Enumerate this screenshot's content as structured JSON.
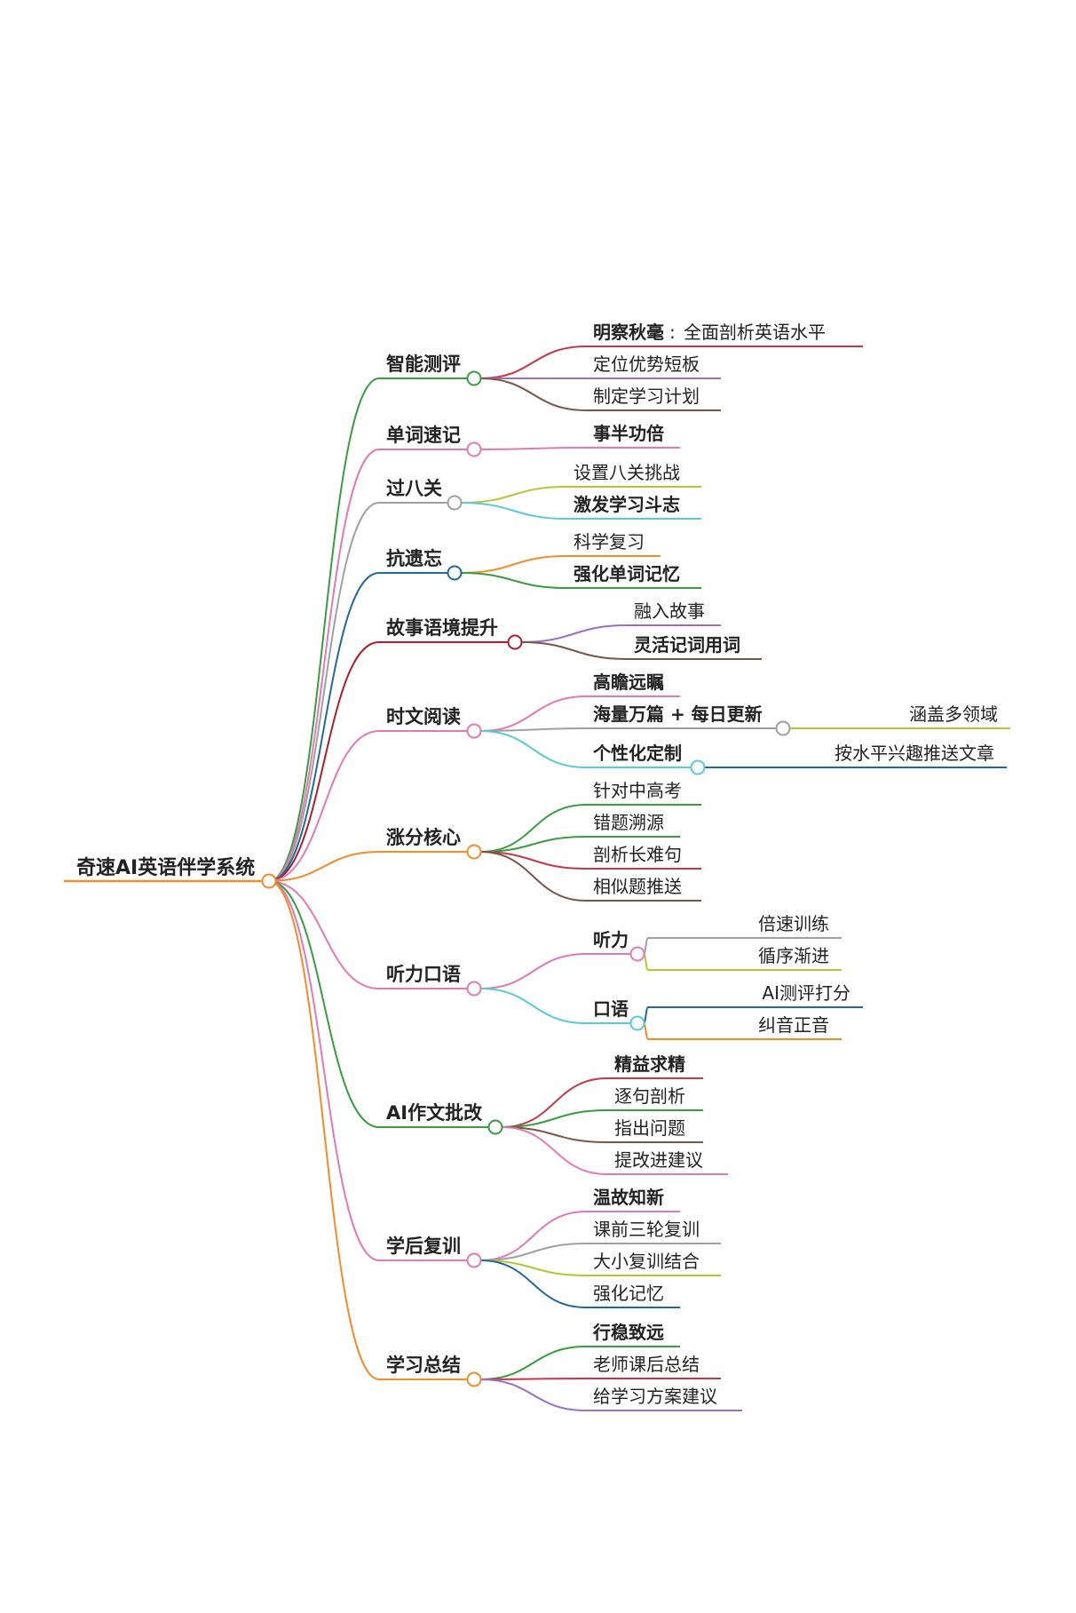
{
  "title": "奇速AI英语伴学系统",
  "root": {
    "text": "奇速AI英语伴学系统",
    "color": "#ef8c2b"
  },
  "branches": [
    {
      "id": "b1",
      "text": "智能测评",
      "color": "#3a9b43",
      "children": [
        {
          "text": "明察秋毫",
          "bold": true,
          "color": "#c23a4a",
          "suffix": "全面剖析英语水平"
        },
        {
          "text": "定位优势短板",
          "bold": false,
          "color": "#9a6fc3"
        },
        {
          "text": "制定学习计划",
          "bold": false,
          "color": "#7a5548"
        }
      ]
    },
    {
      "id": "b2",
      "text": "单词速记",
      "color": "#e07ab4",
      "children": [
        {
          "text": "事半功倍",
          "bold": true,
          "color": "#e07ab4"
        }
      ]
    },
    {
      "id": "b3",
      "text": "过八关",
      "color": "#a0a0a0",
      "children": [
        {
          "text": "设置八关挑战",
          "bold": false,
          "color": "#b5c533"
        },
        {
          "text": "激发学习斗志",
          "bold": true,
          "color": "#5cc8d8"
        }
      ]
    },
    {
      "id": "b4",
      "text": "抗遗忘",
      "color": "#23679b",
      "children": [
        {
          "text": "科学复习",
          "bold": false,
          "color": "#ef8c2b"
        },
        {
          "text": "强化单词记忆",
          "bold": true,
          "color": "#3a9b43"
        }
      ]
    },
    {
      "id": "b5",
      "text": "故事语境提升",
      "color": "#a8212e",
      "children": [
        {
          "text": "融入故事",
          "bold": false,
          "color": "#9a6fc3"
        },
        {
          "text": "灵活记词用词",
          "bold": true,
          "color": "#7a5548"
        }
      ]
    },
    {
      "id": "b6",
      "text": "时文阅读",
      "color": "#e07ab4",
      "children": [
        {
          "text": "高瞻远瞩",
          "bold": true,
          "color": "#e07ab4"
        },
        {
          "text": "海量万篇 + 每日更新",
          "bold": true,
          "color": "#a0a0a0",
          "children": [
            {
              "text": "涵盖多领域",
              "bold": false,
              "color": "#b5c533"
            }
          ]
        },
        {
          "text": "个性化定制",
          "bold": true,
          "color": "#5cc8d8",
          "children": [
            {
              "text": "按水平兴趣推送文章",
              "bold": false,
              "color": "#23679b"
            }
          ]
        }
      ]
    },
    {
      "id": "b7",
      "text": "涨分核心",
      "color": "#ef8c2b",
      "children": [
        {
          "text": "针对中高考",
          "bold": false,
          "color": "#3a9b43"
        },
        {
          "text": "错题溯源",
          "bold": false,
          "color": "#3a9b43"
        },
        {
          "text": "剖析长难句",
          "bold": false,
          "color": "#c23a4a"
        },
        {
          "text": "相似题推送",
          "bold": false,
          "color": "#7a5548"
        }
      ]
    },
    {
      "id": "b8",
      "text": "听力口语",
      "color": "#e07ab4",
      "children": [
        {
          "text": "听力",
          "bold": true,
          "color": "#e07ab4",
          "children": [
            {
              "text": "倍速训练",
              "bold": false,
              "color": "#a0a0a0"
            },
            {
              "text": "循序渐进",
              "bold": false,
              "color": "#b5c533"
            }
          ]
        },
        {
          "text": "口语",
          "bold": true,
          "color": "#5cc8d8",
          "children": [
            {
              "text": "AI测评打分",
              "bold": false,
              "color": "#23679b"
            },
            {
              "text": "纠音正音",
              "bold": false,
              "color": "#ef8c2b"
            }
          ]
        }
      ]
    },
    {
      "id": "b9",
      "text": "AI作文批改",
      "color": "#3a9b43",
      "children": [
        {
          "text": "精益求精",
          "bold": true,
          "color": "#c23a4a"
        },
        {
          "text": "逐句剖析",
          "bold": false,
          "color": "#3a9b43"
        },
        {
          "text": "指出问题",
          "bold": false,
          "color": "#7a5548"
        },
        {
          "text": "提改进建议",
          "bold": false,
          "color": "#e07ab4"
        }
      ]
    },
    {
      "id": "b10",
      "text": "学后复训",
      "color": "#e07ab4",
      "children": [
        {
          "text": "温故知新",
          "bold": true,
          "color": "#e07ab4"
        },
        {
          "text": "课前三轮复训",
          "bold": false,
          "color": "#a0a0a0"
        },
        {
          "text": "大小复训结合",
          "bold": false,
          "color": "#b5c533"
        },
        {
          "text": "强化记忆",
          "bold": false,
          "color": "#23679b"
        }
      ]
    },
    {
      "id": "b11",
      "text": "学习总结",
      "color": "#ef8c2b",
      "children": [
        {
          "text": "行稳致远",
          "bold": true,
          "color": "#3a9b43"
        },
        {
          "text": "老师课后总结",
          "bold": false,
          "color": "#c23a4a"
        },
        {
          "text": "给学习方案建议",
          "bold": false,
          "color": "#9a6fc3"
        }
      ]
    }
  ]
}
